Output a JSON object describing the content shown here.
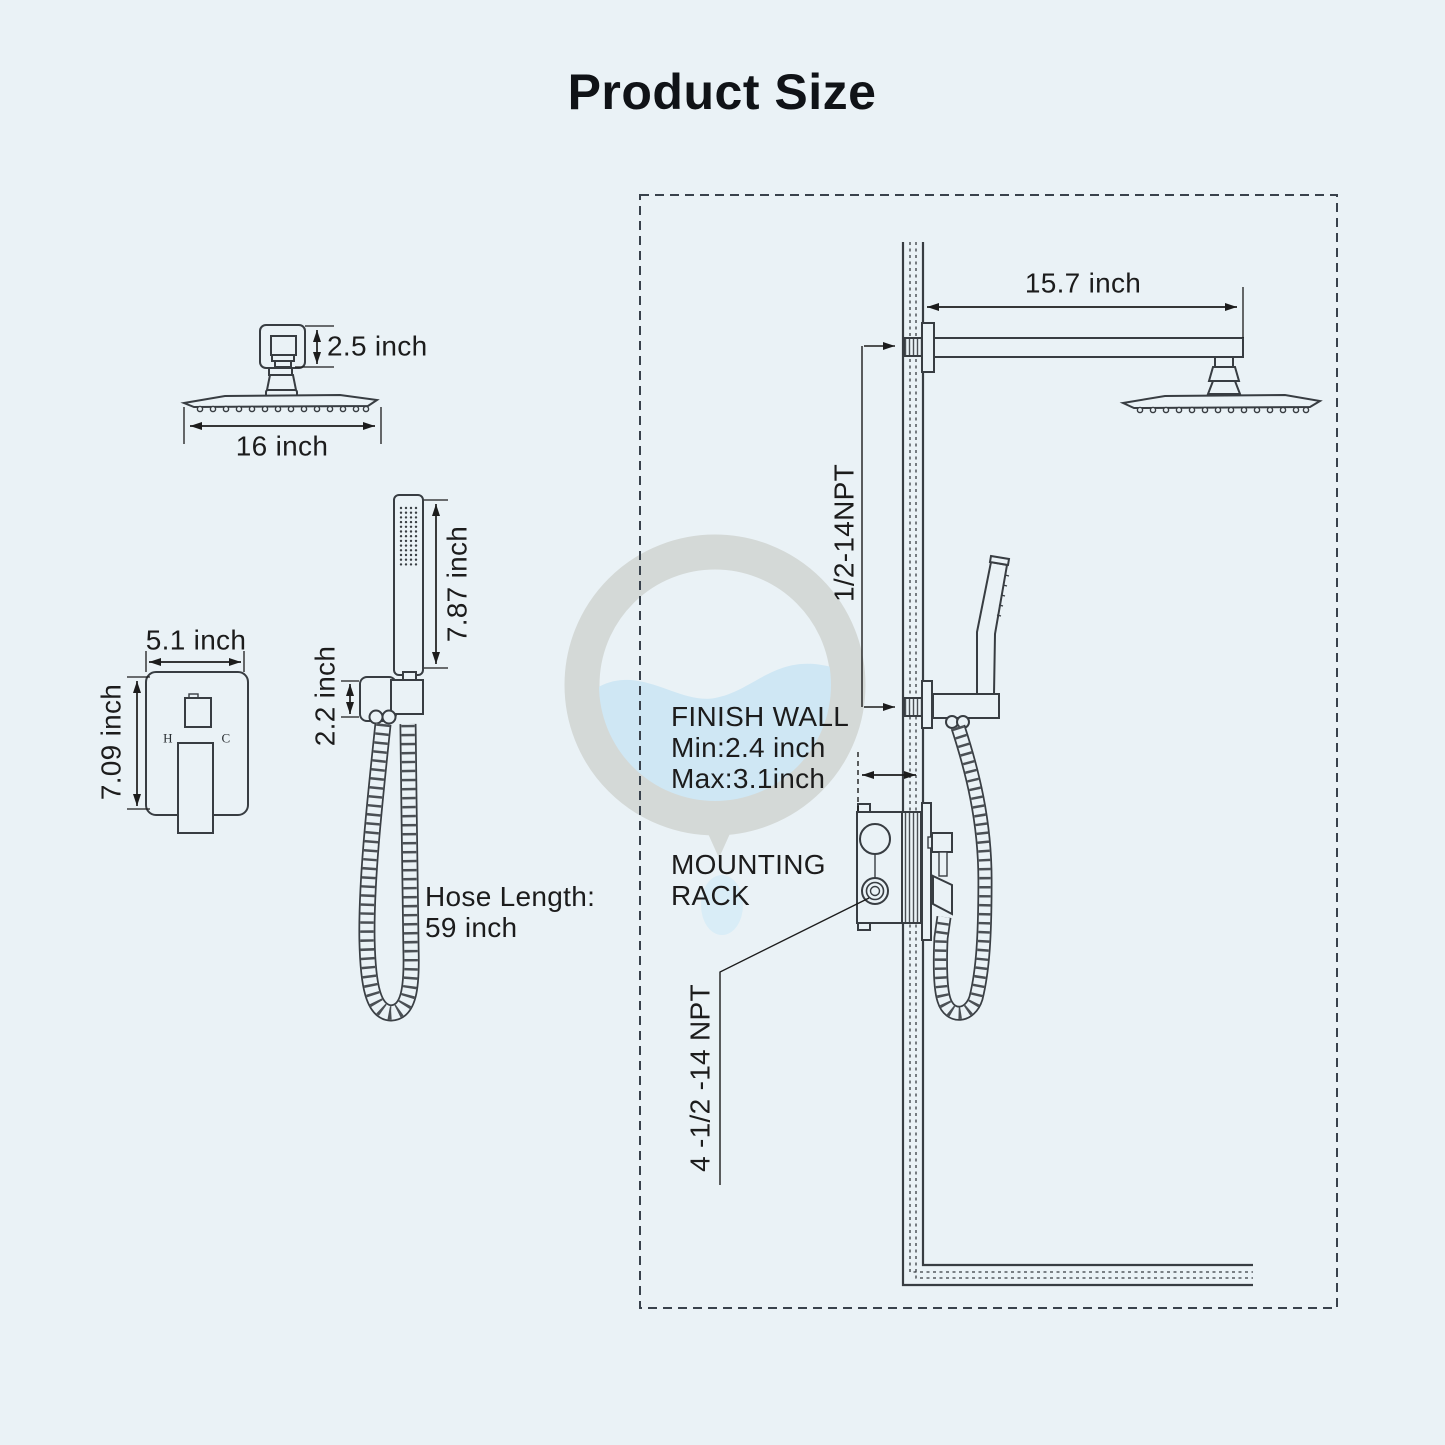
{
  "page": {
    "title": "Product Size"
  },
  "colors": {
    "background": "#eaf2f6",
    "line": "#383d42",
    "dimension_text": "#1c1c1c",
    "dashed_border": "#39424c",
    "watermark_gray": "#d4d9d7",
    "watermark_blue": "#cfe7f4"
  },
  "left_head": {
    "height_label": "2.5 inch",
    "width_label": "16 inch"
  },
  "valve": {
    "width_label": "5.1 inch",
    "height_label": "7.09 inch",
    "hot_label": "H",
    "cold_label": "C"
  },
  "hand_shower": {
    "wand_length_label": "7.87 inch",
    "holder_height_label": "2.2 inch",
    "hose_label_line1": "Hose Length:",
    "hose_label_line2": "59 inch"
  },
  "wall_view": {
    "arm_length_label": "15.7 inch",
    "npt_top_label": "1/2-14NPT",
    "finish_wall_line1": "FINISH WALL",
    "finish_wall_line2": "Min:2.4 inch",
    "finish_wall_line3": "Max:3.1inch",
    "mounting_rack_line1": "MOUNTING",
    "mounting_rack_line2": "RACK",
    "npt_bottom_label": "4 -1/2 -14 NPT"
  }
}
